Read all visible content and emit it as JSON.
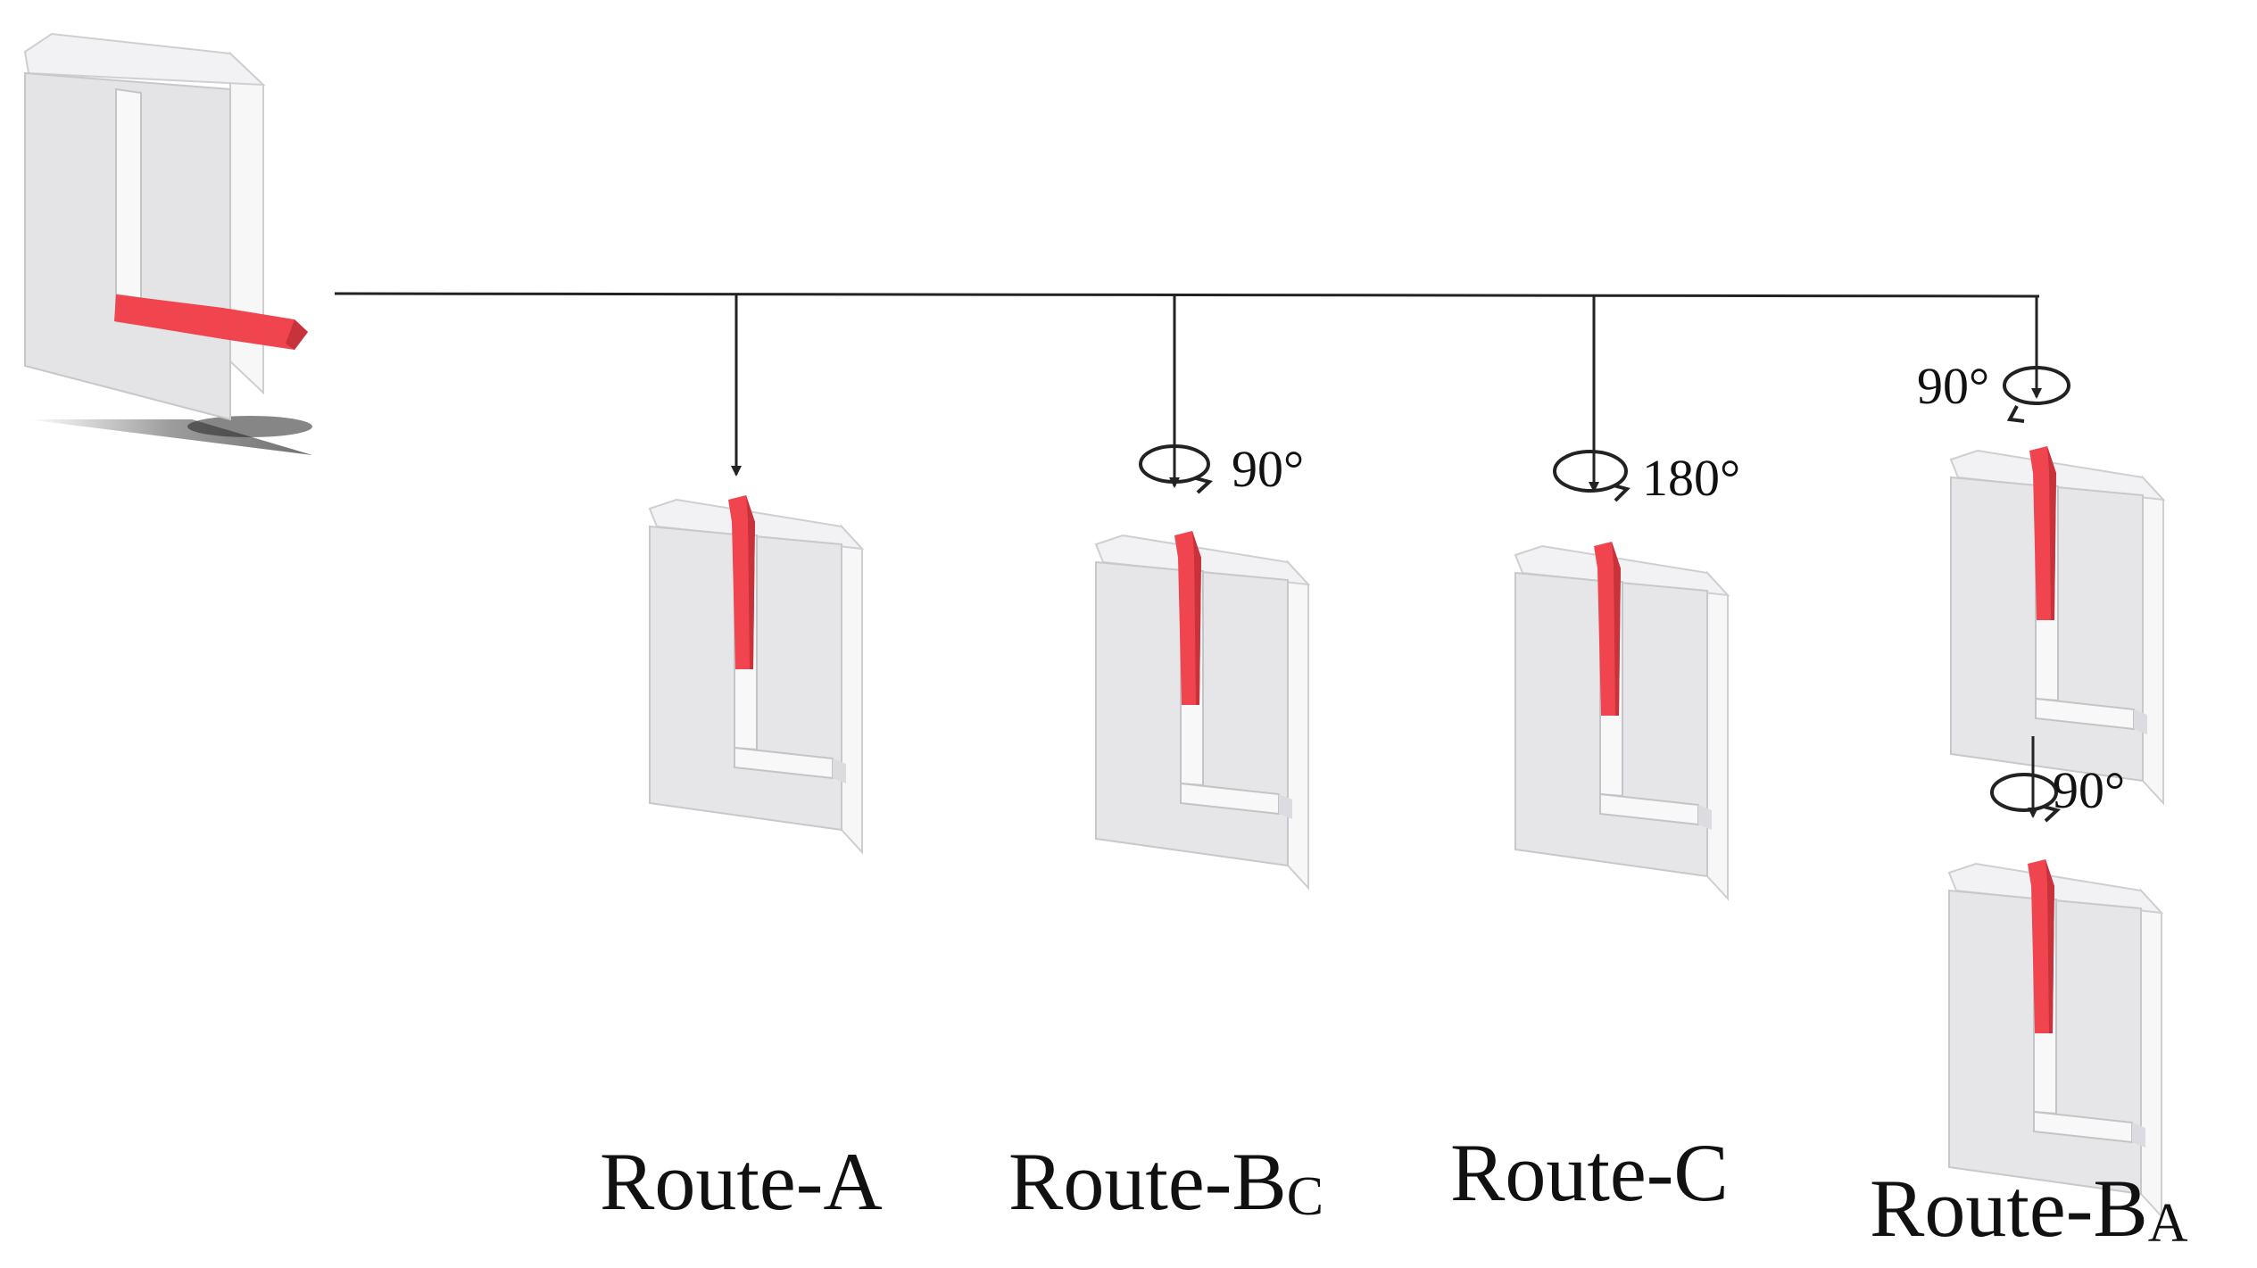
{
  "diagram": {
    "routes": [
      {
        "id": "route-a",
        "base": "Route-A",
        "sub": ""
      },
      {
        "id": "route-bc",
        "base": "Route-B",
        "sub": "C"
      },
      {
        "id": "route-c",
        "base": "Route-C",
        "sub": ""
      },
      {
        "id": "route-ba",
        "base": "Route-B",
        "sub": "A"
      }
    ],
    "rotations": {
      "route_bc": "90°",
      "route_c": "180°",
      "route_ba_first": "90°",
      "route_ba_second": "90°"
    },
    "colors": {
      "die_face": "#e4e4e6",
      "die_side": "#f6f6f7",
      "die_edge": "#c4c4c8",
      "channel": "#cfcfd3",
      "billet": "#f0454f",
      "billet_dark": "#c8323b",
      "line": "#222222"
    }
  }
}
